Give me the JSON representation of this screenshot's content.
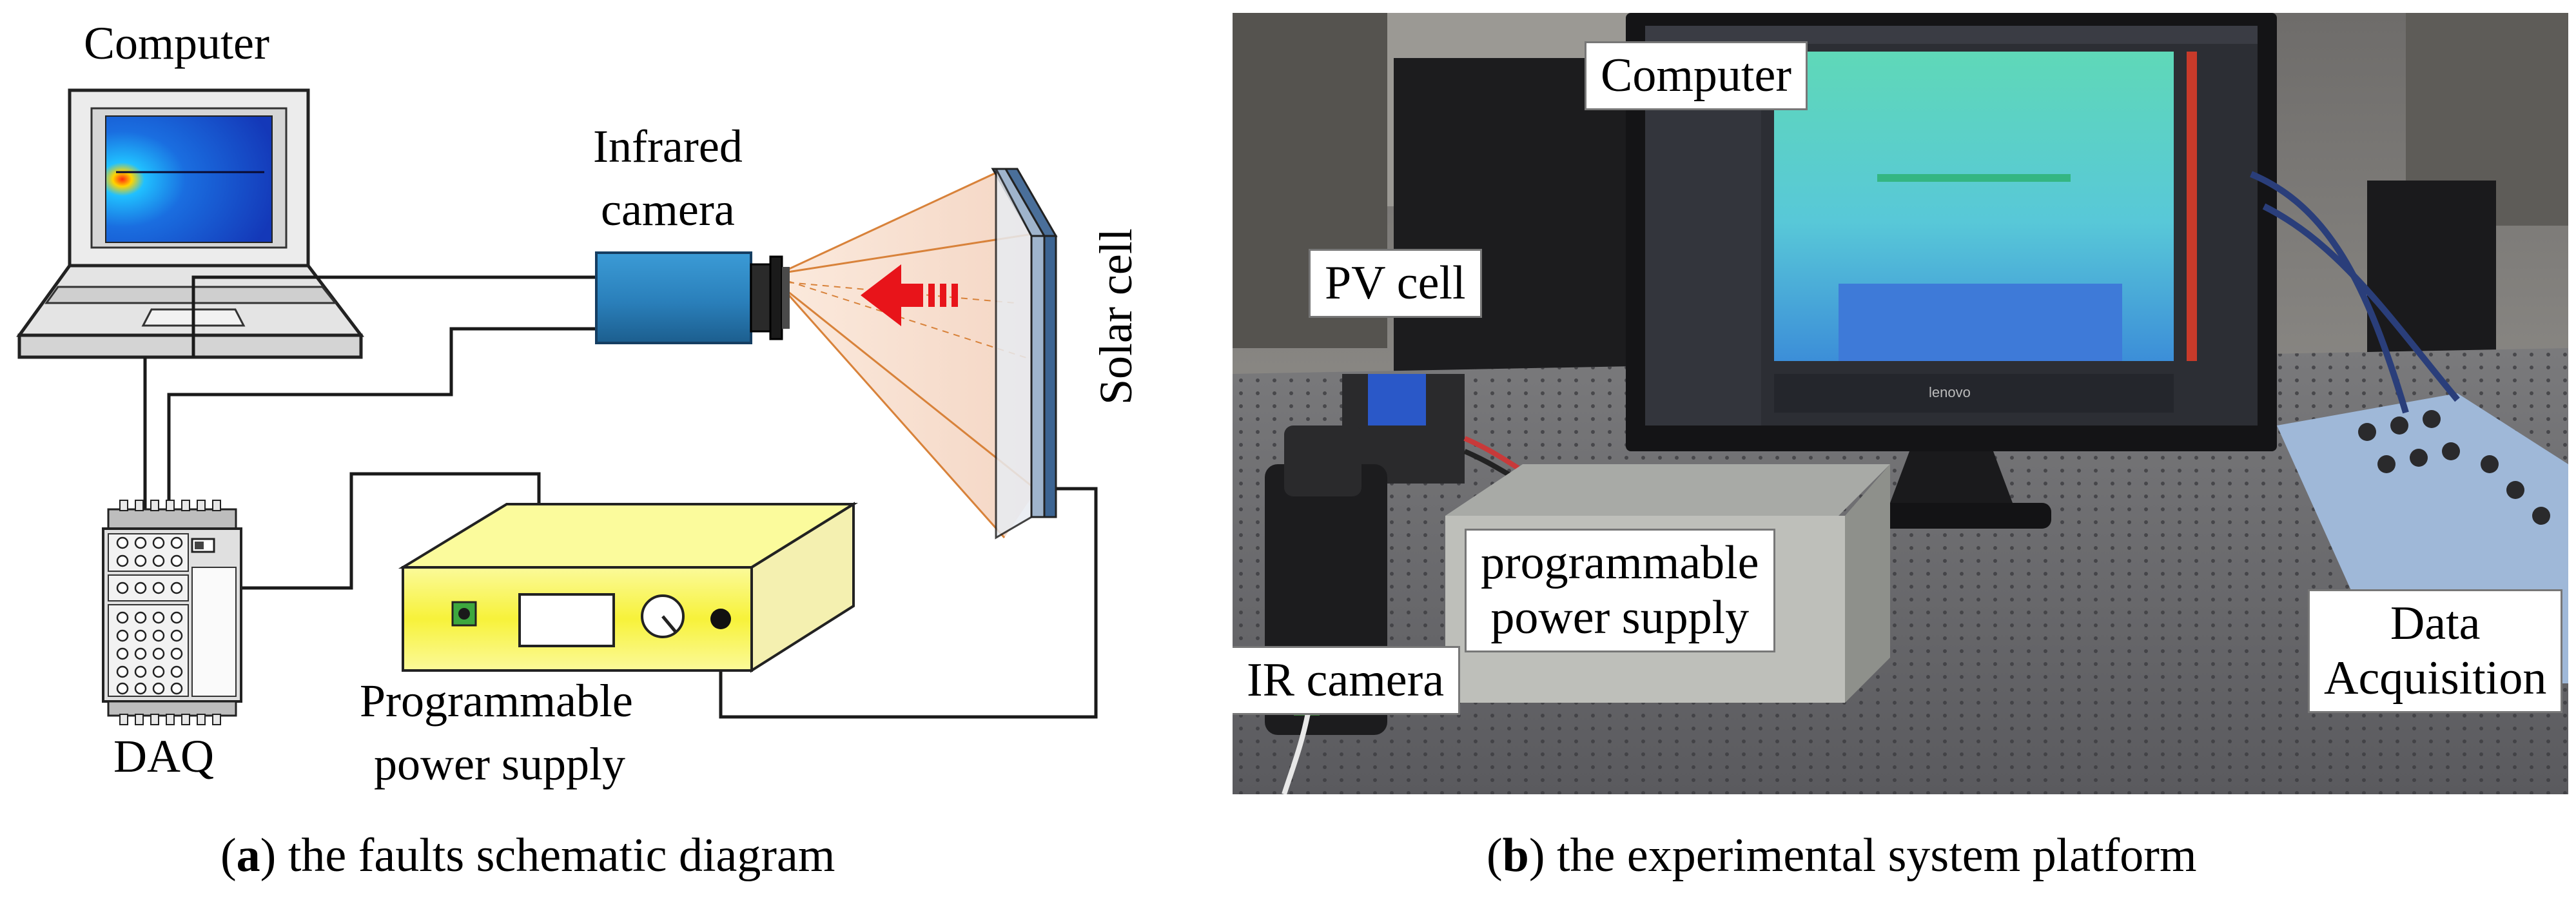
{
  "panel_a": {
    "labels": {
      "computer": "Computer",
      "infrared_camera_line1": "Infrared",
      "infrared_camera_line2": "camera",
      "solar_cell": "Solar cell",
      "daq": "DAQ",
      "power_supply_line1": "Programmable",
      "power_supply_line2": "power supply"
    },
    "caption": {
      "letter": "a",
      "text": " the faults schematic diagram"
    }
  },
  "panel_b": {
    "labels": {
      "computer": "Computer",
      "pv_cell": "PV cell",
      "power_supply_line1": "programmable",
      "power_supply_line2": "power supply",
      "ir_camera": "IR camera",
      "data_acquisition_line1": "Data",
      "data_acquisition_line2": "Acquisition",
      "monitor_brand": "lenovo"
    },
    "caption": {
      "letter": "b",
      "text": " the experimental system platform"
    }
  },
  "colors": {
    "laptop_screen": "#d8d8d8",
    "thermal_blue": "#1a5fd8",
    "thermal_hot": "#e8241a",
    "camera_body": "#2c86c2",
    "power_supply_yellow": "#f7f23a",
    "arrow_red": "#e8141a",
    "solar_panel": "#4a6f9a",
    "ir_cone_fill": "#f7e4d8",
    "ir_cone_line": "#d8823a"
  }
}
